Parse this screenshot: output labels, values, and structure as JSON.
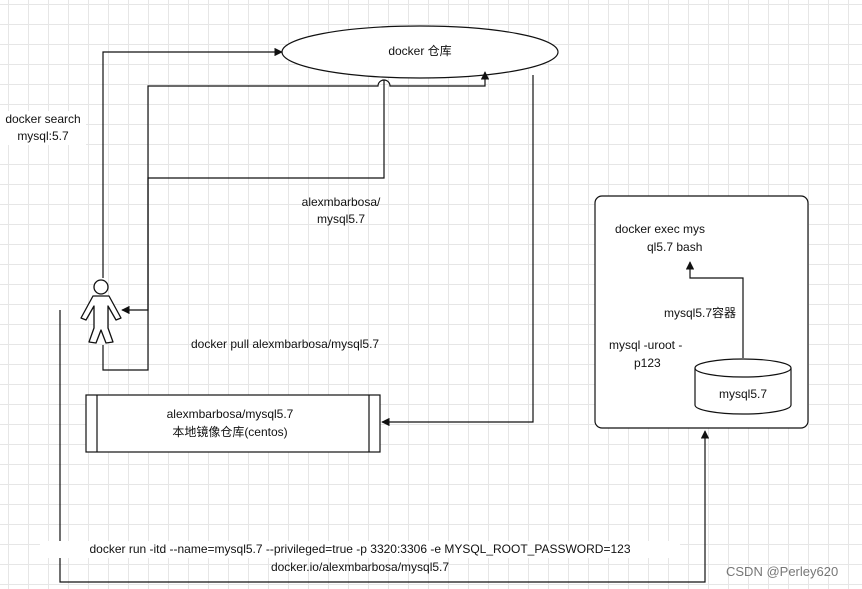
{
  "nodes": {
    "docker_repo": "docker 仓库",
    "local_repo_line1": "alexmbarbosa/mysql5.7",
    "local_repo_line2": "本地镜像仓库(centos)",
    "container_cylinder": "mysql5.7"
  },
  "edges": {
    "search_line1": "docker  search",
    "search_line2": "mysql:5.7",
    "result_line1": "alexmbarbosa/",
    "result_line2": "mysql5.7",
    "pull": "docker pull alexmbarbosa/mysql5.7",
    "run_line1": "docker run -itd --name=mysql5.7 --privileged=true -p 3320:3306 -e MYSQL_ROOT_PASSWORD=123",
    "run_line2": "docker.io/alexmbarbosa/mysql5.7",
    "exec_line1": "docker exec mys",
    "exec_line2": "ql5.7 bash",
    "container_label": "mysql5.7容器",
    "login_line1": "mysql -uroot -",
    "login_line2": "p123"
  },
  "watermark": "CSDN @Perley620"
}
